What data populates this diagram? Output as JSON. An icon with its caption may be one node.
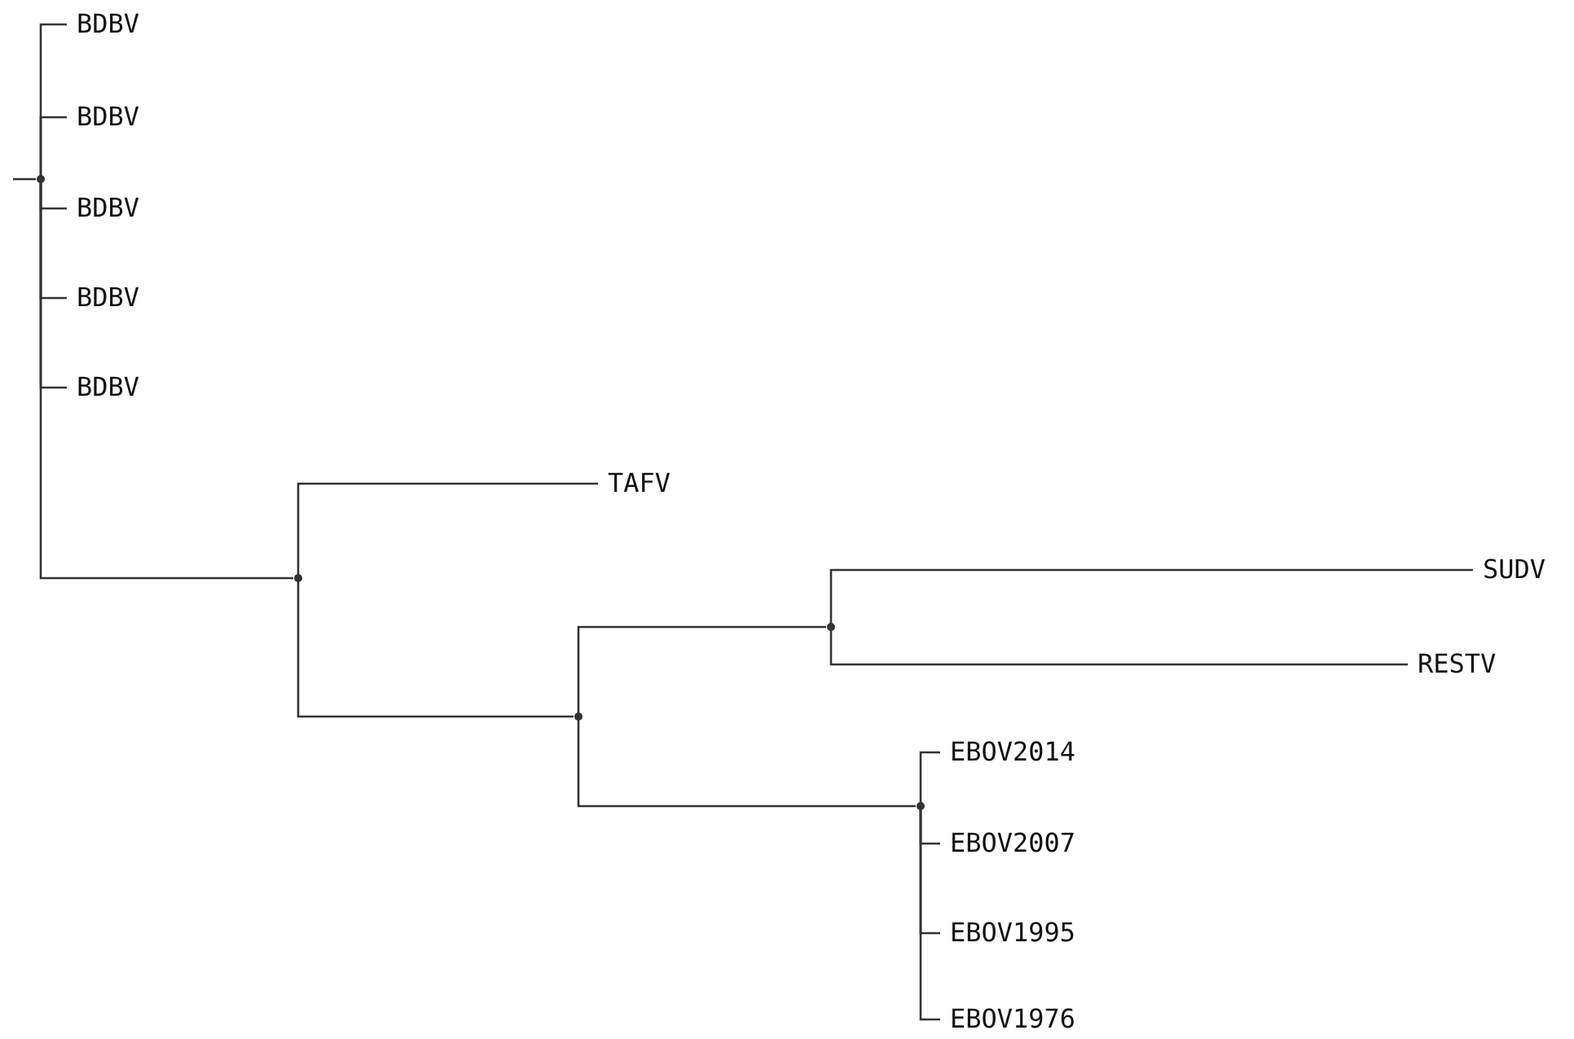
{
  "diagram": {
    "nodes": [
      {
        "text": [],
        "shape": "point"
      },
      {
        "text": [
          "BDBV"
        ]
      },
      {
        "text": [
          "BDBV"
        ]
      },
      {
        "text": [
          "BDBV"
        ]
      },
      {
        "text": [
          "BDBV"
        ]
      },
      {
        "text": [
          "BDBV"
        ]
      },
      {
        "text": [],
        "shape": "point"
      },
      {
        "text": [
          "TAFV"
        ]
      },
      {
        "text": [],
        "shape": "point"
      },
      {
        "text": [],
        "shape": "point"
      },
      {
        "text": [
          "SUDV"
        ]
      },
      {
        "text": [
          "RESTV"
        ]
      },
      {
        "text": [],
        "shape": "point"
      },
      {
        "text": [
          "EBOV2014"
        ]
      },
      {
        "text": [
          "EBOV2007"
        ]
      },
      {
        "text": [
          "EBOV1995"
        ]
      },
      {
        "text": [
          "EBOV1976"
        ]
      }
    ],
    "edges": [
      {
        "from": null,
        "to": 0,
        "arrow": "none"
      },
      {
        "from": 0,
        "to": 1,
        "arrow": "none"
      },
      {
        "from": 0,
        "to": 2,
        "arrow": "none"
      },
      {
        "from": 0,
        "to": 3,
        "arrow": "none"
      },
      {
        "from": 0,
        "to": 4,
        "arrow": "none"
      },
      {
        "from": 0,
        "to": 5,
        "arrow": "none"
      },
      {
        "from": 0,
        "to": 6,
        "arrow": "none"
      },
      {
        "from": 6,
        "to": 7,
        "arrow": "none"
      },
      {
        "from": 6,
        "to": 8,
        "arrow": "none"
      },
      {
        "from": 8,
        "to": 9,
        "arrow": "none"
      },
      {
        "from": 9,
        "to": 10,
        "arrow": "none"
      },
      {
        "from": 9,
        "to": 11,
        "arrow": "none"
      },
      {
        "from": 8,
        "to": 12,
        "arrow": "none"
      },
      {
        "from": 12,
        "to": 13,
        "arrow": "none"
      },
      {
        "from": 12,
        "to": 14,
        "arrow": "none"
      },
      {
        "from": 12,
        "to": 15,
        "arrow": "none"
      },
      {
        "from": 12,
        "to": 16,
        "arrow": "none"
      }
    ]
  }
}
